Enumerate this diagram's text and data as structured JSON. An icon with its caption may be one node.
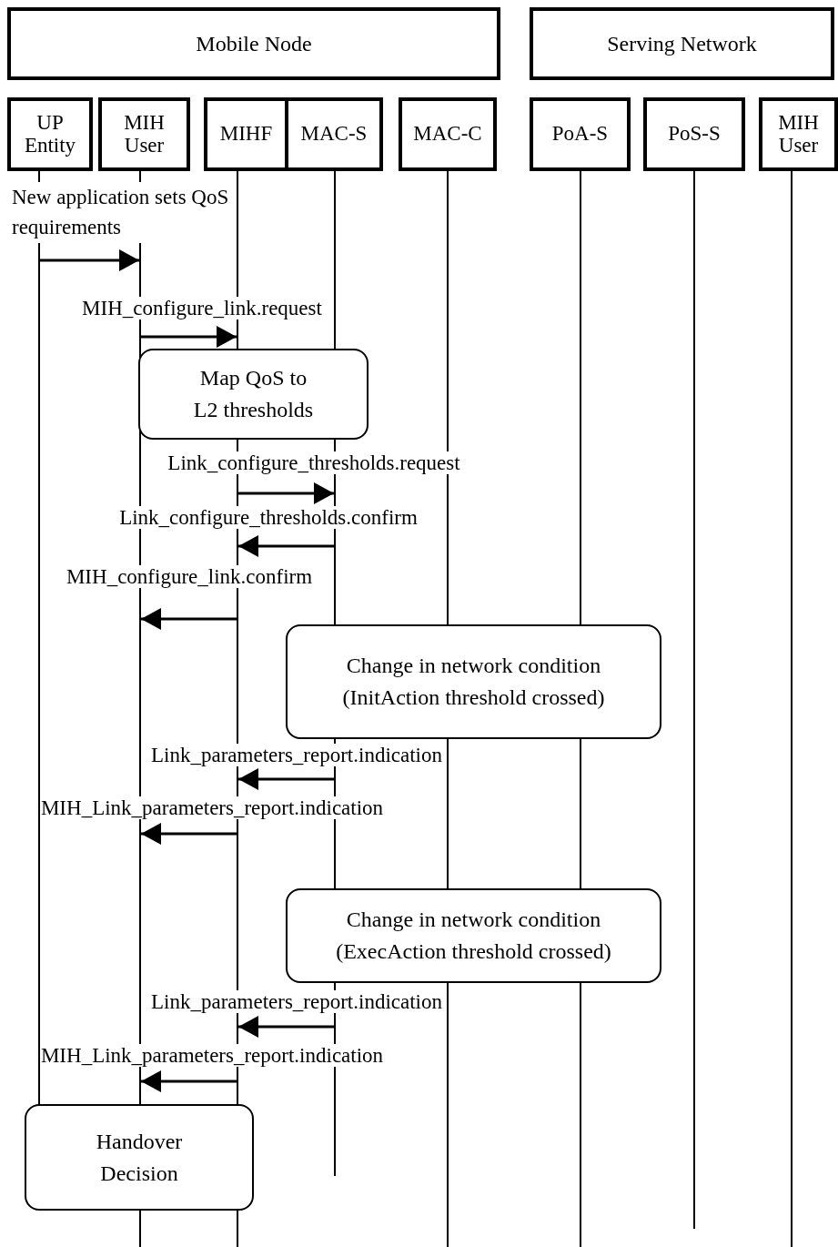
{
  "diagram": {
    "nodes": [
      {
        "text": [
          "Mobile Node"
        ]
      },
      {
        "text": [
          "Serving Network"
        ]
      },
      {
        "text": [
          "UP Entity"
        ]
      },
      {
        "text": [
          "MIH User"
        ]
      },
      {
        "text": [
          "MIHF"
        ]
      },
      {
        "text": [
          "MAC-S"
        ]
      },
      {
        "text": [
          "MAC-C"
        ]
      },
      {
        "text": [
          "PoA-S"
        ]
      },
      {
        "text": [
          "PoS-S"
        ]
      },
      {
        "text": [
          "MIH User"
        ]
      },
      {
        "text": [
          "Map QoS to L2 thresholds"
        ]
      },
      {
        "text": [
          "Change in network condition (InitAction threshold crossed)"
        ]
      },
      {
        "text": [
          "Change in network condition (ExecAction threshold crossed)"
        ]
      },
      {
        "text": [
          "Handover Decision"
        ]
      },
      {
        "text": [],
        "shape": "line"
      },
      {
        "text": [],
        "shape": "line"
      },
      {
        "text": [],
        "shape": "line"
      },
      {
        "text": [],
        "shape": "line"
      },
      {
        "text": [],
        "shape": "line"
      },
      {
        "text": [],
        "shape": "line"
      },
      {
        "text": [],
        "shape": "line"
      },
      {
        "text": [],
        "shape": "line"
      }
    ],
    "edges": [
      {
        "from": 14,
        "to": 15,
        "arrow": "to",
        "label": "New application sets QoS requirements"
      },
      {
        "from": 15,
        "to": 16,
        "arrow": "to",
        "label": "MIH_configure_link.request"
      },
      {
        "from": 16,
        "to": 17,
        "arrow": "to",
        "label": "Link_configure_thresholds.request"
      },
      {
        "from": 17,
        "to": 16,
        "arrow": "to",
        "label": "Link_configure_thresholds.confirm"
      },
      {
        "from": 16,
        "to": 15,
        "arrow": "to",
        "label": "MIH_configure_link.confirm"
      },
      {
        "from": 17,
        "to": 16,
        "arrow": "to",
        "label": "Link_parameters_report.indication"
      },
      {
        "from": 16,
        "to": 15,
        "arrow": "to",
        "label": "MIH_Link_parameters_report.indication"
      },
      {
        "from": 17,
        "to": 16,
        "arrow": "to",
        "label": "Link_parameters_report.indication"
      },
      {
        "from": 16,
        "to": 15,
        "arrow": "to",
        "label": "MIH_Link_parameters_report.indication"
      }
    ]
  }
}
